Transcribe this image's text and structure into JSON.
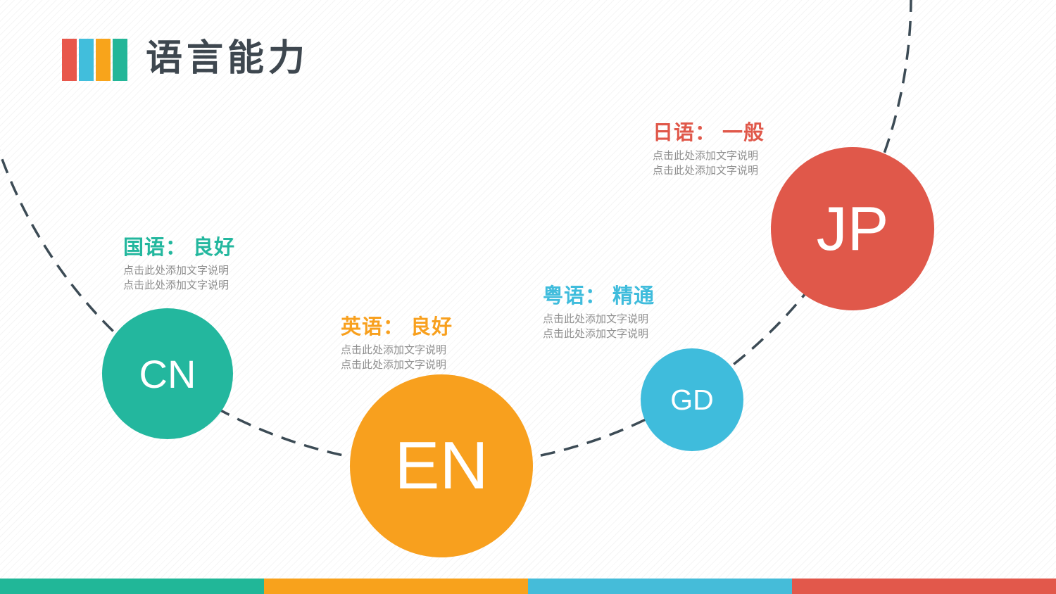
{
  "slide": {
    "title": "语言能力",
    "title_color": "#3E474F",
    "curve_color": "#3C4B55",
    "header_bar_colors": [
      "#E8574B",
      "#41BEDC",
      "#F8A41B",
      "#23B698"
    ],
    "footer_bar_colors": [
      "#21B798",
      "#F8A21C",
      "#45BCD9",
      "#E2584B"
    ]
  },
  "languages": [
    {
      "code": "CN",
      "label": "国语： 良好",
      "desc_line1": "点击此处添加文字说明",
      "desc_line2": "点击此处添加文字说明",
      "color": "#23B79E"
    },
    {
      "code": "EN",
      "label": "英语： 良好",
      "desc_line1": "点击此处添加文字说明",
      "desc_line2": "点击此处添加文字说明",
      "color": "#F8A01E"
    },
    {
      "code": "GD",
      "label": "粤语： 精通",
      "desc_line1": "点击此处添加文字说明",
      "desc_line2": "点击此处添加文字说明",
      "color": "#3FBCDC"
    },
    {
      "code": "JP",
      "label": "日语： 一般",
      "desc_line1": "点击此处添加文字说明",
      "desc_line2": "点击此处添加文字说明",
      "color": "#E0584A"
    }
  ]
}
